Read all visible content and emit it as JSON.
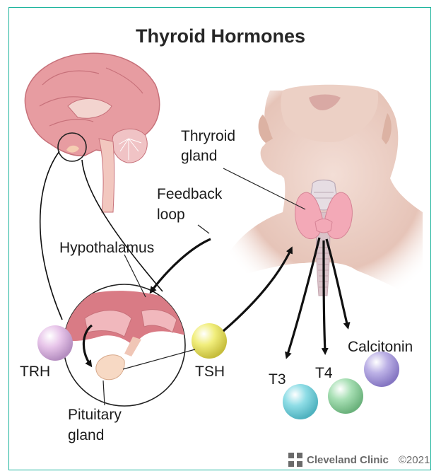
{
  "title": "Thyroid Hormones",
  "labels": {
    "thyroid_line1": "Thryroid",
    "thyroid_line2": "gland",
    "feedback_line1": "Feedback",
    "feedback_line2": "loop",
    "hypothalamus": "Hypothalamus",
    "trh": "TRH",
    "tsh": "TSH",
    "t3": "T3",
    "t4": "T4",
    "calcitonin": "Calcitonin",
    "pituitary_line1": "Pituitary",
    "pituitary_line2": "gland"
  },
  "brand": {
    "logo_icon": "cleveland-clinic-logo-icon",
    "name": "Cleveland Clinic",
    "copyright": "©2021"
  },
  "colors": {
    "frame": "#19b39b",
    "trh": "#e8c6ea",
    "tsh": "#f1ee7c",
    "t3": "#8fdde6",
    "t4": "#a7dfb4",
    "calcitonin": "#bcb1e6",
    "skin": "#ead0c6",
    "brain": "#e79ca1",
    "thyroid": "#f3a9b7"
  }
}
